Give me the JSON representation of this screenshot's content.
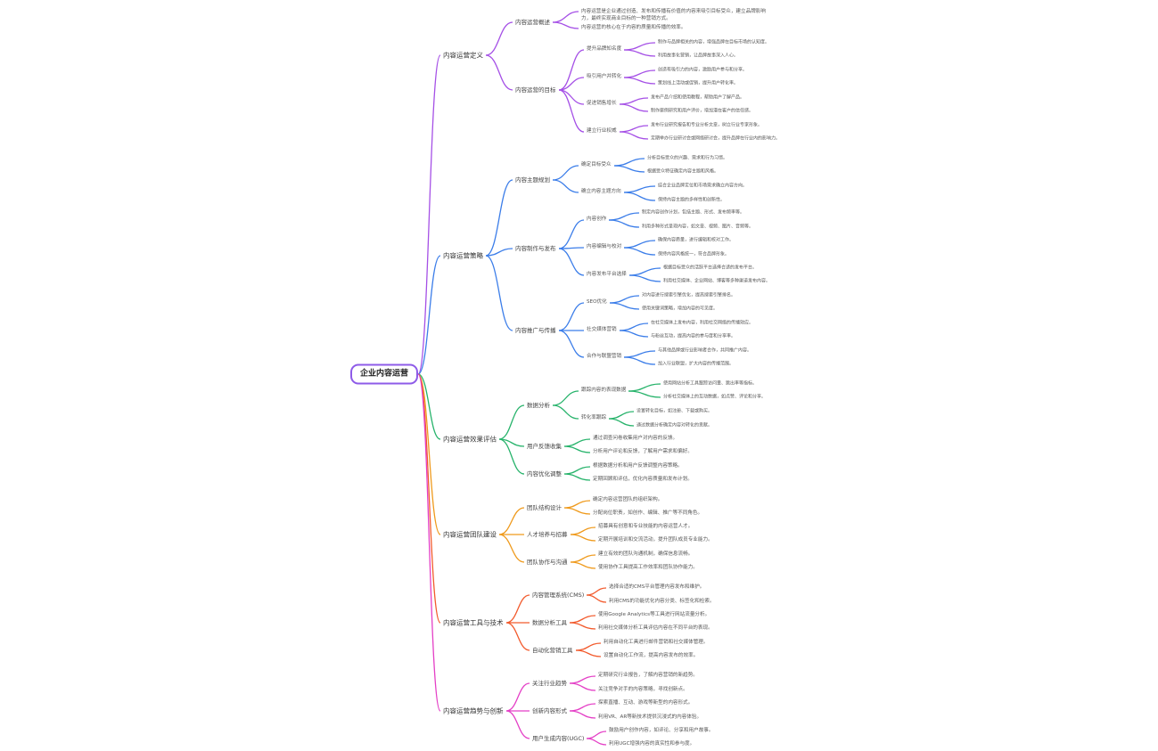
{
  "colors": {
    "root_border": "#8e5be8",
    "branches": [
      "#a550e6",
      "#3b7de9",
      "#27b36b",
      "#ef9a1c",
      "#f25a2c",
      "#e43fc6"
    ]
  },
  "map": {
    "root": "企业内容运营",
    "branches": [
      {
        "label": "内容运营定义",
        "children": [
          {
            "label": "内容运营概述",
            "children": [
              {
                "label": "内容运营是企业通过创造、发布和传播有价值的内容来吸引目标受众，建立品牌",
                "cont": "影响力，最终实现商业目标的一种营销方式。"
              },
              {
                "label": "内容运营的核心在于内容的质量和传播的效率。"
              }
            ]
          },
          {
            "label": "内容运营的目标",
            "children": [
              {
                "label": "提升品牌知名度",
                "children": [
                  {
                    "label": "制作与品牌相关的内容，增强品牌在目标市场的认知度。"
                  },
                  {
                    "label": "利用故事化营销，让品牌故事深入人心。"
                  }
                ]
              },
              {
                "label": "吸引用户并转化",
                "children": [
                  {
                    "label": "创造有吸引力的内容，激励用户参与和分享。"
                  },
                  {
                    "label": "策划线上活动或促销，提升用户转化率。"
                  }
                ]
              },
              {
                "label": "促进销售增长",
                "children": [
                  {
                    "label": "发布产品介绍和使用教程，帮助用户了解产品。"
                  },
                  {
                    "label": "制作案例研究和用户评价，增加潜在客户的信任感。"
                  }
                ]
              },
              {
                "label": "建立行业权威",
                "children": [
                  {
                    "label": "发布行业研究报告和专业分析文章，树立行业专家形象。"
                  },
                  {
                    "label": "定期举办行业研讨会或网络研讨会，提升品牌在行业内的影响力。"
                  }
                ]
              }
            ]
          }
        ]
      },
      {
        "label": "内容运营策略",
        "children": [
          {
            "label": "内容主题规划",
            "children": [
              {
                "label": "确定目标受众",
                "children": [
                  {
                    "label": "分析目标受众的兴趣、需求和行为习惯。"
                  },
                  {
                    "label": "根据受众特征确定内容主题和风格。"
                  }
                ]
              },
              {
                "label": "确立内容主题方向",
                "children": [
                  {
                    "label": "结合企业品牌定位和市场需求确立内容方向。"
                  },
                  {
                    "label": "保持内容主题的多样性和创新性。"
                  }
                ]
              }
            ]
          },
          {
            "label": "内容制作与发布",
            "children": [
              {
                "label": "内容创作",
                "children": [
                  {
                    "label": "制定内容创作计划，包括主题、形式、发布频率等。"
                  },
                  {
                    "label": "利用多种形式呈现内容，如文章、视频、图片、音频等。"
                  }
                ]
              },
              {
                "label": "内容编辑与校对",
                "children": [
                  {
                    "label": "确保内容质量，进行编辑和校对工作。"
                  },
                  {
                    "label": "保持内容风格统一，符合品牌形象。"
                  }
                ]
              },
              {
                "label": "内容发布平台选择",
                "children": [
                  {
                    "label": "根据目标受众的活跃平台选择合适的发布平台。"
                  },
                  {
                    "label": "利用社交媒体、企业网站、博客等多种渠道发布内容。"
                  }
                ]
              }
            ]
          },
          {
            "label": "内容推广与传播",
            "children": [
              {
                "label": "SEO优化",
                "children": [
                  {
                    "label": "对内容进行搜索引擎优化，提高搜索引擎排名。"
                  },
                  {
                    "label": "使用关键词策略，增加内容的可见度。"
                  }
                ]
              },
              {
                "label": "社交媒体营销",
                "children": [
                  {
                    "label": "在社交媒体上发布内容，利用社交网络的传播效应。"
                  },
                  {
                    "label": "与粉丝互动，提高内容的参与度和分享率。"
                  }
                ]
              },
              {
                "label": "合作与联盟营销",
                "children": [
                  {
                    "label": "与其他品牌或行业影响者合作，共同推广内容。"
                  },
                  {
                    "label": "加入行业联盟，扩大内容的传播范围。"
                  }
                ]
              }
            ]
          }
        ]
      },
      {
        "label": "内容运营效果评估",
        "children": [
          {
            "label": "数据分析",
            "children": [
              {
                "label": "跟踪内容的表现数据",
                "children": [
                  {
                    "label": "使用网站分析工具跟踪访问量、跳出率等指标。"
                  },
                  {
                    "label": "分析社交媒体上的互动数据，如点赞、评论和分享。"
                  }
                ]
              },
              {
                "label": "转化率跟踪",
                "children": [
                  {
                    "label": "设置转化目标，如注册、下载或购买。"
                  },
                  {
                    "label": "通过数据分析确定内容对转化的贡献。"
                  }
                ]
              }
            ]
          },
          {
            "label": "用户反馈收集",
            "children": [
              {
                "label": "通过调查问卷收集用户对内容的反馈。"
              },
              {
                "label": "分析用户评论和反馈，了解用户需求和偏好。"
              }
            ]
          },
          {
            "label": "内容优化调整",
            "children": [
              {
                "label": "根据数据分析和用户反馈调整内容策略。"
              },
              {
                "label": "定期回顾和评估，优化内容质量和发布计划。"
              }
            ]
          }
        ]
      },
      {
        "label": "内容运营团队建设",
        "children": [
          {
            "label": "团队结构设计",
            "children": [
              {
                "label": "确定内容运营团队的组织架构。"
              },
              {
                "label": "分配岗位职责，如创作、编辑、推广等不同角色。"
              }
            ]
          },
          {
            "label": "人才培养与招募",
            "children": [
              {
                "label": "招募具有创意和专业技能的内容运营人才。"
              },
              {
                "label": "定期开展培训和交流活动，提升团队成员专业能力。"
              }
            ]
          },
          {
            "label": "团队协作与沟通",
            "children": [
              {
                "label": "建立有效的团队沟通机制，确保信息流畅。"
              },
              {
                "label": "使用协作工具提高工作效率和团队协作能力。"
              }
            ]
          }
        ]
      },
      {
        "label": "内容运营工具与技术",
        "children": [
          {
            "label": "内容管理系统(CMS)",
            "children": [
              {
                "label": "选择合适的CMS平台管理内容发布和维护。"
              },
              {
                "label": "利用CMS的功能优化内容分类、标签化和检索。"
              }
            ]
          },
          {
            "label": "数据分析工具",
            "children": [
              {
                "label": "使用Google Analytics等工具进行网站流量分析。"
              },
              {
                "label": "利用社交媒体分析工具评估内容在不同平台的表现。"
              }
            ]
          },
          {
            "label": "自动化营销工具",
            "children": [
              {
                "label": "利用自动化工具进行邮件营销和社交媒体管理。"
              },
              {
                "label": "设置自动化工作流，提高内容发布的效率。"
              }
            ]
          }
        ]
      },
      {
        "label": "内容运营趋势与创新",
        "children": [
          {
            "label": "关注行业趋势",
            "children": [
              {
                "label": "定期研究行业报告，了解内容营销的新趋势。"
              },
              {
                "label": "关注竞争对手的内容策略，寻找创新点。"
              }
            ]
          },
          {
            "label": "创新内容形式",
            "children": [
              {
                "label": "探索直播、互动、游戏等新型的内容形式。"
              },
              {
                "label": "利用VR、AR等新技术提供沉浸式的内容体验。"
              }
            ]
          },
          {
            "label": "用户生成内容(UGC)",
            "children": [
              {
                "label": "鼓励用户创作内容，如评论、分享和用户故事。"
              },
              {
                "label": "利用UGC增强内容的真实性和参与度。"
              }
            ]
          }
        ]
      }
    ]
  }
}
